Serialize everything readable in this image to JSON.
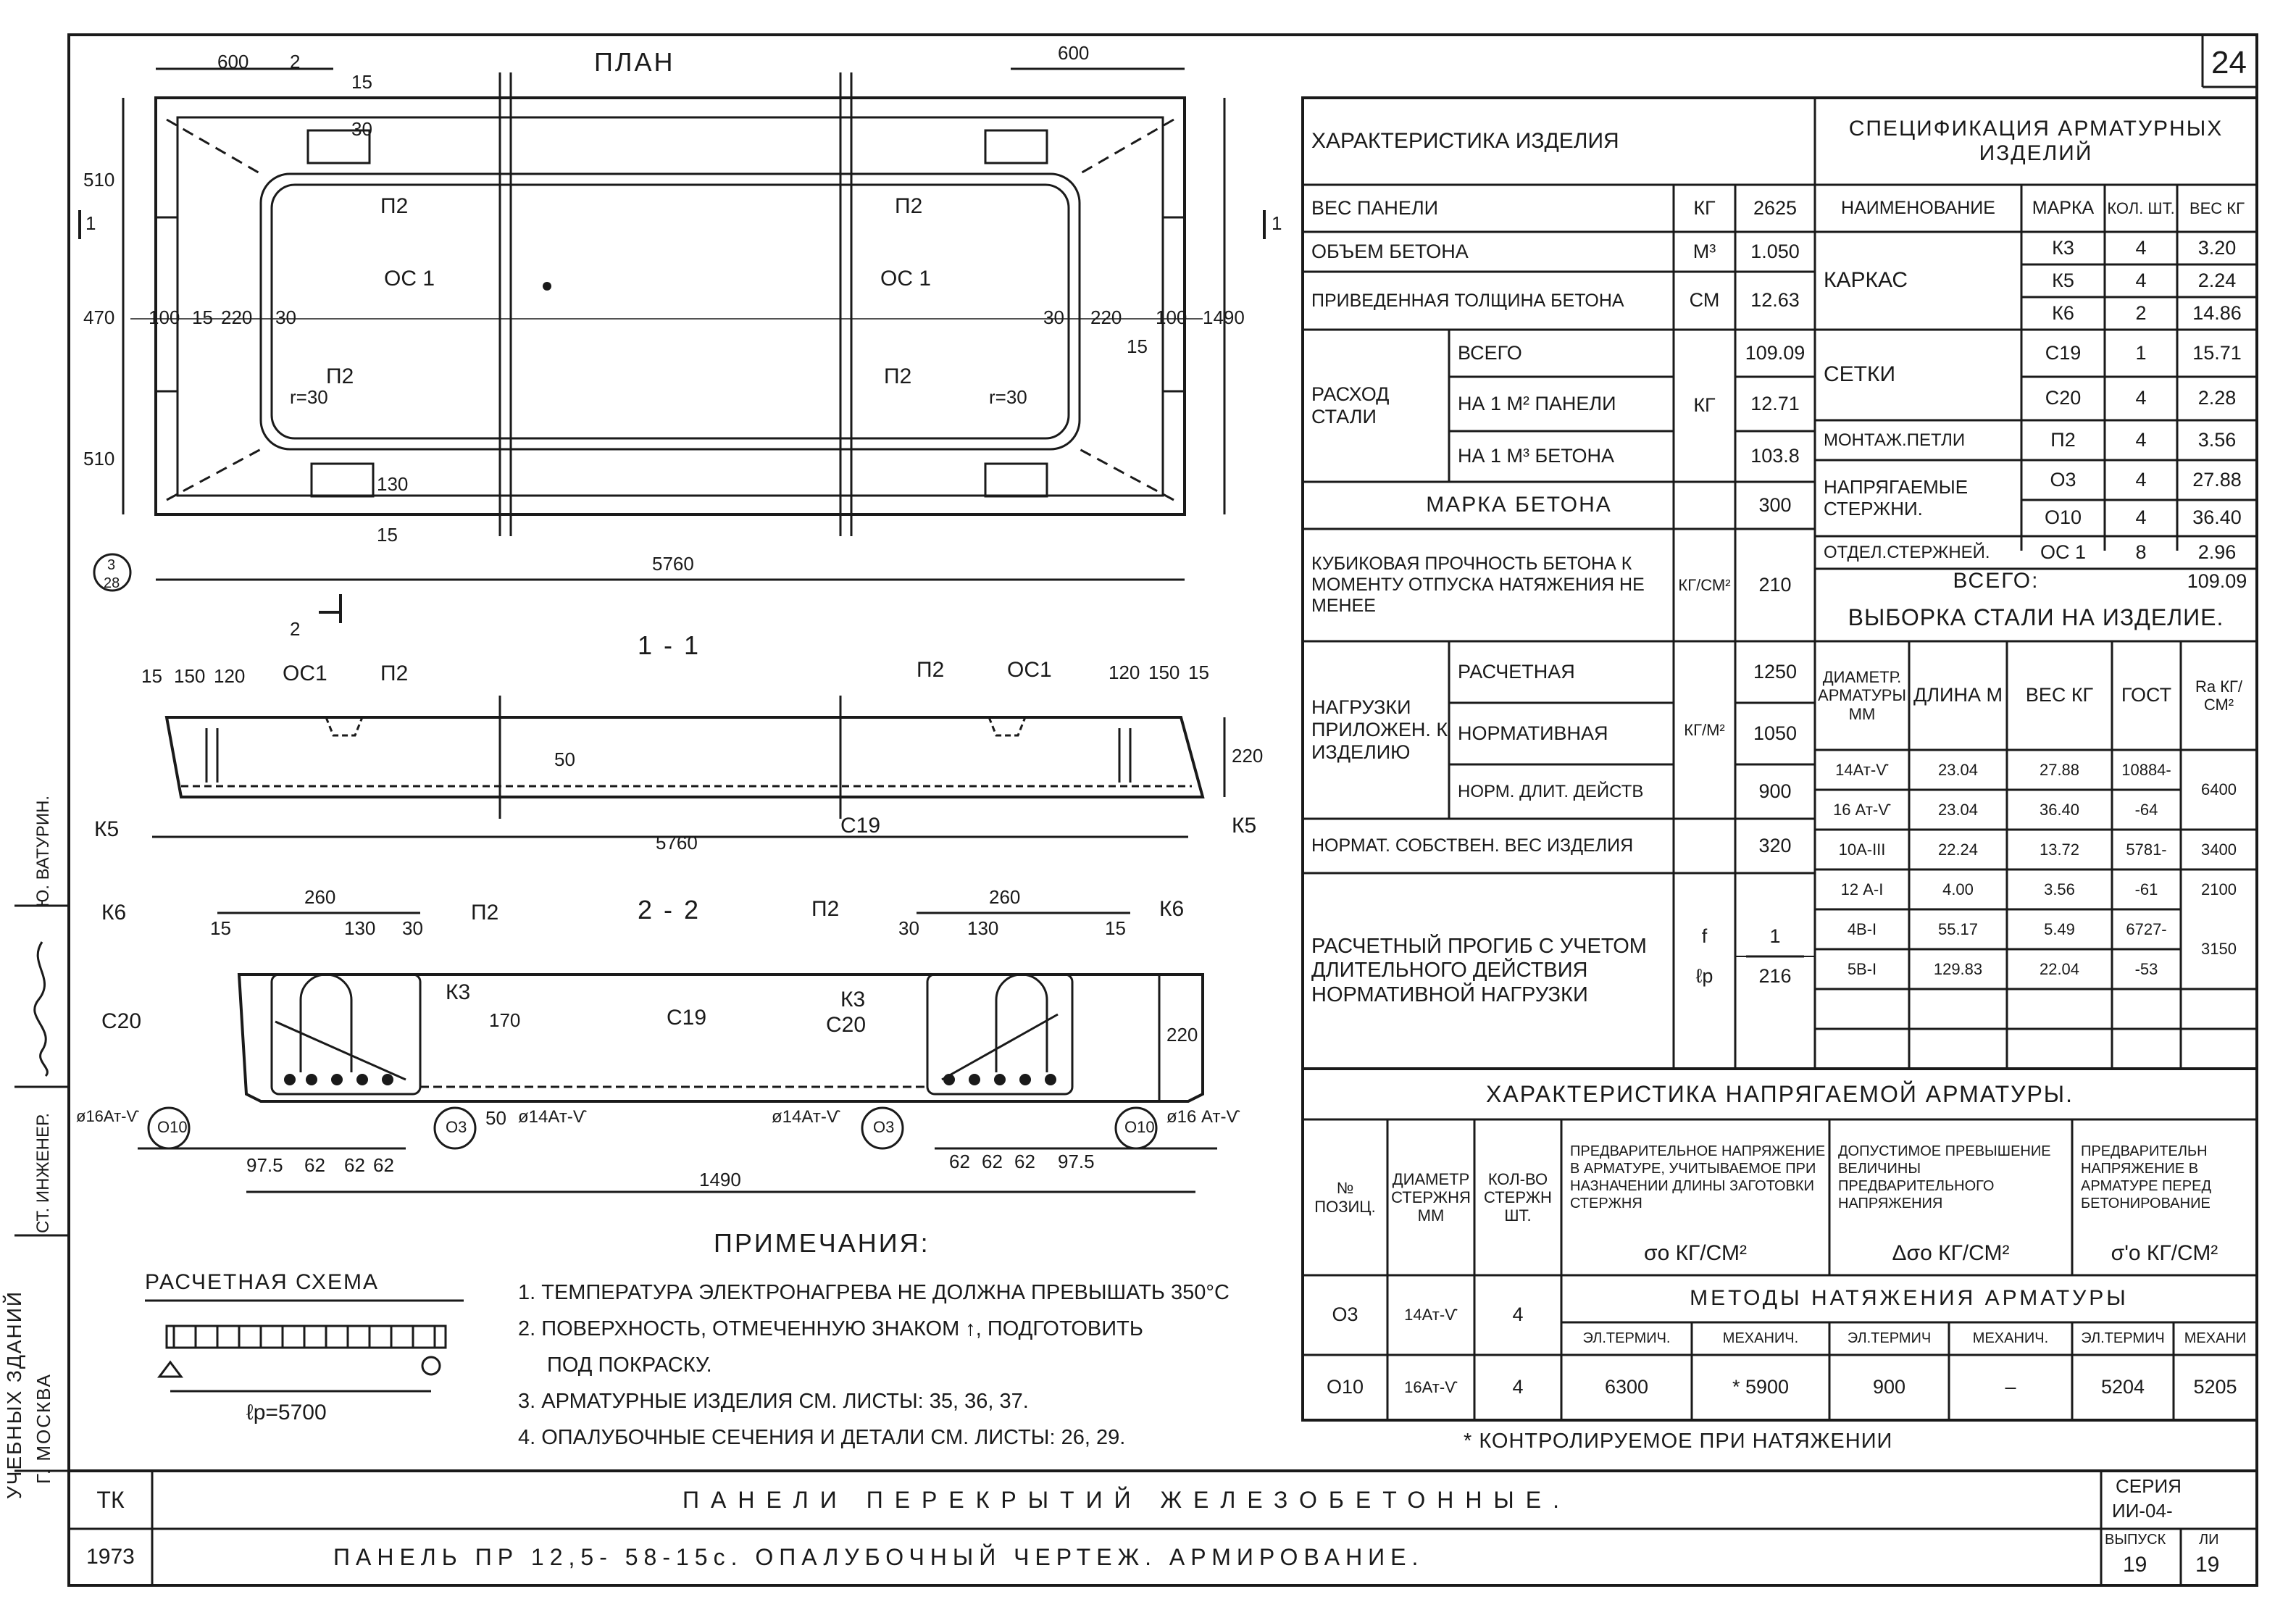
{
  "sheet_number": "24",
  "plan": {
    "title": "ПЛАН",
    "dims": {
      "top_left": "600",
      "marker_2": "2",
      "top_15": "15",
      "top_right": "600",
      "d30": "30",
      "left_510a": "510",
      "left_470": "470",
      "left_510b": "510",
      "row_100a": "100",
      "row_15": "15",
      "row_220a": "220",
      "row_30a": "30",
      "row_30b": "30",
      "row_220b": "220",
      "row_100b": "100",
      "row_15b": "15",
      "right_1490": "1490",
      "bottom_130": "130",
      "bottom_15": "15",
      "bottom_5760": "5760"
    },
    "labels": {
      "p2_tl": "П2",
      "p2_tr": "П2",
      "oc1_l": "ОС 1",
      "oc1_r": "ОС 1",
      "p2_bl": "П2",
      "p2_br": "П2",
      "r30_l": "r=30",
      "r30_r": "r=30",
      "sec1_l": "1",
      "sec1_r": "1",
      "sec2": "2",
      "ref_top": "3",
      "ref_bottom": "28"
    }
  },
  "section_1": {
    "title": "1 - 1",
    "dims": {
      "d15a": "15",
      "d150a": "150",
      "d120a": "120",
      "d120b": "120",
      "d150b": "150",
      "d15b": "15",
      "d50": "50",
      "d220": "220",
      "d5760": "5760"
    },
    "labels": {
      "oc1_l": "ОС1",
      "p2_l": "П2",
      "p2_r": "П2",
      "oc1_r": "ОС1",
      "k5_l": "К5",
      "k5_r": "К5",
      "c19": "С19"
    }
  },
  "section_2": {
    "title": "2 - 2",
    "dims": {
      "d260a": "260",
      "d15a": "15",
      "d130a": "130",
      "d30a": "30",
      "d170": "170",
      "d260b": "260",
      "d30b": "30",
      "d130b": "130",
      "d15b": "15",
      "d220": "220",
      "d50": "50",
      "d975a": "97.5",
      "d62a": "62",
      "d62b": "62",
      "d62c": "62",
      "d62d": "62",
      "d62e": "62",
      "d62f": "62",
      "d975b": "97.5",
      "d1490": "1490"
    },
    "labels": {
      "k6_l": "К6",
      "p2_l": "П2",
      "p2_r": "П2",
      "k6_r": "К6",
      "k3_l": "К3",
      "k3_r": "К3",
      "c20_l": "С20",
      "c20_r": "С20",
      "c19": "С19",
      "bar16_l": "ø16Ат-Ѵ",
      "o10_l": "О10",
      "o3_l": "О3",
      "bar14_l": "ø14Ат-Ѵ",
      "bar14_r": "ø14Ат-Ѵ",
      "o3_r": "О3",
      "o10_r": "О10",
      "bar16_r": "ø16 Ат-Ѵ"
    }
  },
  "calc_scheme": {
    "title": "РАСЧЕТНАЯ СХЕМА",
    "span": "ℓр=5700"
  },
  "notes": {
    "title": "ПРИМЕЧАНИЯ:",
    "items": [
      "1. ТЕМПЕРАТУРА ЭЛЕКТРОНАГРЕВА НЕ ДОЛЖНА ПРЕВЫШАТЬ 350°С",
      "2. ПОВЕРХНОСТЬ, ОТМЕЧЕННУЮ ЗНАКОМ ↑, ПОДГОТОВИТЬ",
      "ПОД ПОКРАСКУ.",
      "3. АРМАТУРНЫЕ ИЗДЕЛИЯ СМ. ЛИСТЫ: 35, 36, 37.",
      "4. ОПАЛУБОЧНЫЕ СЕЧЕНИЯ И ДЕТАЛИ СМ. ЛИСТЫ: 26, 29."
    ]
  },
  "characteristics": {
    "header": "ХАРАКТЕРИСТИКА ИЗДЕЛИЯ",
    "rows": {
      "weight": {
        "label": "ВЕС ПАНЕЛИ",
        "unit": "КГ",
        "value": "2625"
      },
      "volume": {
        "label": "ОБЪЕМ БЕТОНА",
        "unit": "М³",
        "value": "1.050"
      },
      "thickness": {
        "label": "ПРИВЕДЕННАЯ ТОЛЩИНА БЕТОНА",
        "unit": "СМ",
        "value": "12.63"
      },
      "steel": {
        "label": "РАСХОД СТАЛИ",
        "unit": "КГ",
        "sub1": "ВСЕГО",
        "val1": "109.09",
        "sub2": "НА 1 М² ПАНЕЛИ",
        "val2": "12.71",
        "sub3": "НА 1 М³ БЕТОНА",
        "val3": "103.8"
      },
      "grade": {
        "label": "МАРКА БЕТОНА",
        "value": "300"
      },
      "strength": {
        "label": "КУБИКОВАЯ ПРОЧНОСТЬ БЕТОНА К МОМЕНТУ ОТПУСКА НАТЯЖЕНИЯ НЕ МЕНЕЕ",
        "unit": "КГ/СМ²",
        "value": "210"
      },
      "loads": {
        "label": "НАГРУЗКИ ПРИЛОЖЕН. К ИЗДЕЛИЮ",
        "unit": "КГ/М²",
        "sub1": "РАСЧЕТНАЯ",
        "val1": "1250",
        "sub2": "НОРМАТИВНАЯ",
        "val2": "1050",
        "sub3": "НОРМ. ДЛИТ. ДЕЙСТВ",
        "val3": "900"
      },
      "selfweight": {
        "label": "НОРМАТ. СОБСТВЕН. ВЕС ИЗДЕЛИЯ",
        "value": "320"
      },
      "deflection": {
        "label": "РАСЧЕТНЫЙ ПРОГИБ С УЧЕТОМ ДЛИТЕЛЬНОГО ДЕЙСТВИЯ НОРМАТИВНОЙ НАГРУЗКИ",
        "unit_top": "f",
        "unit_bottom": "ℓр",
        "val_top": "1",
        "val_bottom": "216"
      }
    }
  },
  "spec": {
    "header": "СПЕЦИФИКАЦИЯ АРМАТУРНЫХ ИЗДЕЛИЙ",
    "columns": [
      "НАИМЕНОВАНИЕ",
      "МАРКА",
      "КОЛ. ШТ.",
      "ВЕС КГ"
    ],
    "groups": [
      {
        "name": "КАРКАС",
        "rows": [
          [
            "К3",
            "4",
            "3.20"
          ],
          [
            "К5",
            "4",
            "2.24"
          ],
          [
            "К6",
            "2",
            "14.86"
          ]
        ]
      },
      {
        "name": "СЕТКИ",
        "rows": [
          [
            "С19",
            "1",
            "15.71"
          ],
          [
            "С20",
            "4",
            "2.28"
          ]
        ]
      },
      {
        "name": "МОНТАЖ.ПЕТЛИ",
        "rows": [
          [
            "П2",
            "4",
            "3.56"
          ]
        ]
      },
      {
        "name": "НАПРЯГАЕМЫЕ СТЕРЖНИ.",
        "rows": [
          [
            "О3",
            "4",
            "27.88"
          ],
          [
            "О10",
            "4",
            "36.40"
          ]
        ]
      },
      {
        "name": "ОТДЕЛ.СТЕРЖНЕЙ.",
        "rows": [
          [
            "ОС 1",
            "8",
            "2.96"
          ]
        ]
      }
    ],
    "total_label": "ВСЕГО:",
    "total_value": "109.09"
  },
  "steel_sample": {
    "header": "ВЫБОРКА СТАЛИ НА ИЗДЕЛИЕ.",
    "columns": [
      "ДИАМЕТР. АРМАТУРЫ ММ",
      "ДЛИНА М",
      "ВЕС КГ",
      "ГОСТ",
      "Rа КГ/СМ²"
    ],
    "rows": [
      [
        "14Ат-Ѵ",
        "23.04",
        "27.88"
      ],
      [
        "16 Ат-Ѵ",
        "23.04",
        "36.40"
      ],
      [
        "10А-ІІІ",
        "22.24",
        "13.72"
      ],
      [
        "12 А-І",
        "4.00",
        "3.56"
      ],
      [
        "4В-І",
        "55.17",
        "5.49"
      ],
      [
        "5В-І",
        "129.83",
        "22.04"
      ]
    ],
    "gost": [
      "10884-",
      "-64",
      "5781-",
      "-61",
      "6727-",
      "-53"
    ],
    "ra": [
      "6400",
      "3400",
      "2100",
      "3150"
    ]
  },
  "prestress": {
    "header": "ХАРАКТЕРИСТИКА НАПРЯГАЕМОЙ АРМАТУРЫ.",
    "col_pos": "№ ПОЗИЦ.",
    "col_diam": "ДИАМЕТР СТЕРЖНЯ ММ",
    "col_count": "КОЛ-ВО СТЕРЖН ШТ.",
    "col_sigma0": "ПРЕДВАРИТЕЛЬНОЕ НАПРЯЖЕНИЕ В АРМАТУРЕ, УЧИТЫВАЕМОЕ ПРИ НАЗНАЧЕНИИ ДЛИНЫ ЗАГОТОВКИ СТЕРЖНЯ",
    "col_sigma0_unit": "σо КГ/СМ²",
    "col_delta": "ДОПУСТИМОЕ ПРЕВЫШЕНИЕ ВЕЛИЧИНЫ ПРЕДВАРИТЕЛЬНОГО НАПРЯЖЕНИЯ",
    "col_delta_unit": "Δσо КГ/СМ²",
    "col_sigma0p": "ПРЕДВАРИТЕЛЬН НАПРЯЖЕНИЕ В АРМАТУРЕ ПЕРЕД БЕТОНИРОВАНИЕ",
    "col_sigma0p_unit": "σ'о КГ/СМ²",
    "methods_header": "МЕТОДЫ НАТЯЖЕНИЯ АРМАТУРЫ",
    "methods": [
      "ЭЛ.ТЕРМИЧ.",
      "МЕХАНИЧ.",
      "ЭЛ.ТЕРМИЧ",
      "МЕХАНИЧ.",
      "ЭЛ.ТЕРМИЧ",
      "МЕХАНИ"
    ],
    "rows": [
      {
        "pos": "О3",
        "diam": "14Ат-Ѵ",
        "count": "4"
      },
      {
        "pos": "О10",
        "diam": "16Ат-Ѵ",
        "count": "4",
        "v1": "6300",
        "v2": "* 5900",
        "v3": "900",
        "v4": "–",
        "v5": "5204",
        "v6": "5205"
      }
    ],
    "footnote": "* КОНТРОЛИРУЕМОЕ ПРИ НАТЯЖЕНИИ"
  },
  "left_strip": {
    "project": "УЧЕБНЫХ ЗДАНИЙ",
    "city": "Г. МОСКВА",
    "role": "СТ. ИНЖЕНЕР.",
    "name": "Ю. ВАТУРИН."
  },
  "title_block": {
    "tk": "ТК",
    "year": "1973",
    "line1": "ПАНЕЛИ ПЕРЕКРЫТИЙ ЖЕЛЕЗОБЕТОННЫЕ.",
    "line2": "ПАНЕЛЬ ПР 12,5- 58-15с. ОПАЛУБОЧНЫЙ ЧЕРТЕЖ. АРМИРОВАНИЕ.",
    "series_label": "СЕРИЯ",
    "series_value": "ИИ-04-",
    "issue_label": "ВЫПУСК",
    "issue_value": "19",
    "sheet_label": "ЛИ",
    "sheet_value": "19"
  }
}
